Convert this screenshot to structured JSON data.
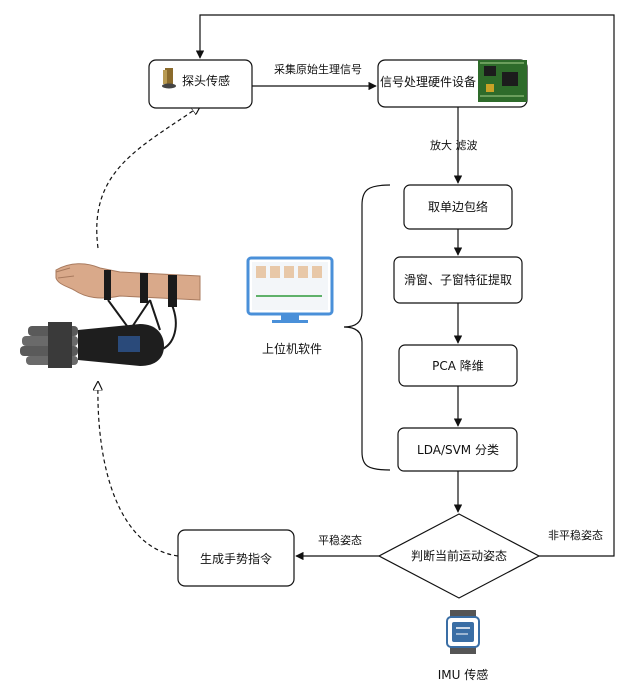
{
  "nodes": {
    "probe_sensor": "探头传感",
    "signal_hw": "信号处理硬件设备",
    "envelope": "取单边包络",
    "feature": "滑窗、子窗特征提取",
    "pca": "PCA 降维",
    "classify": "LDA/SVM 分类",
    "decision": "判断当前运动姿态",
    "gesture_cmd": "生成手势指令",
    "host_software": "上位机软件",
    "imu": "IMU 传感"
  },
  "edges": {
    "raw_signal": "采集原始生理信号",
    "amp_filter": "放大 滤波",
    "stable": "平稳姿态",
    "unstable": "非平稳姿态"
  },
  "colors": {
    "stroke": "#111111",
    "pcb": "#2e6b2a",
    "monitor": "#4a90d9",
    "imu_body": "#3a6ea5"
  }
}
